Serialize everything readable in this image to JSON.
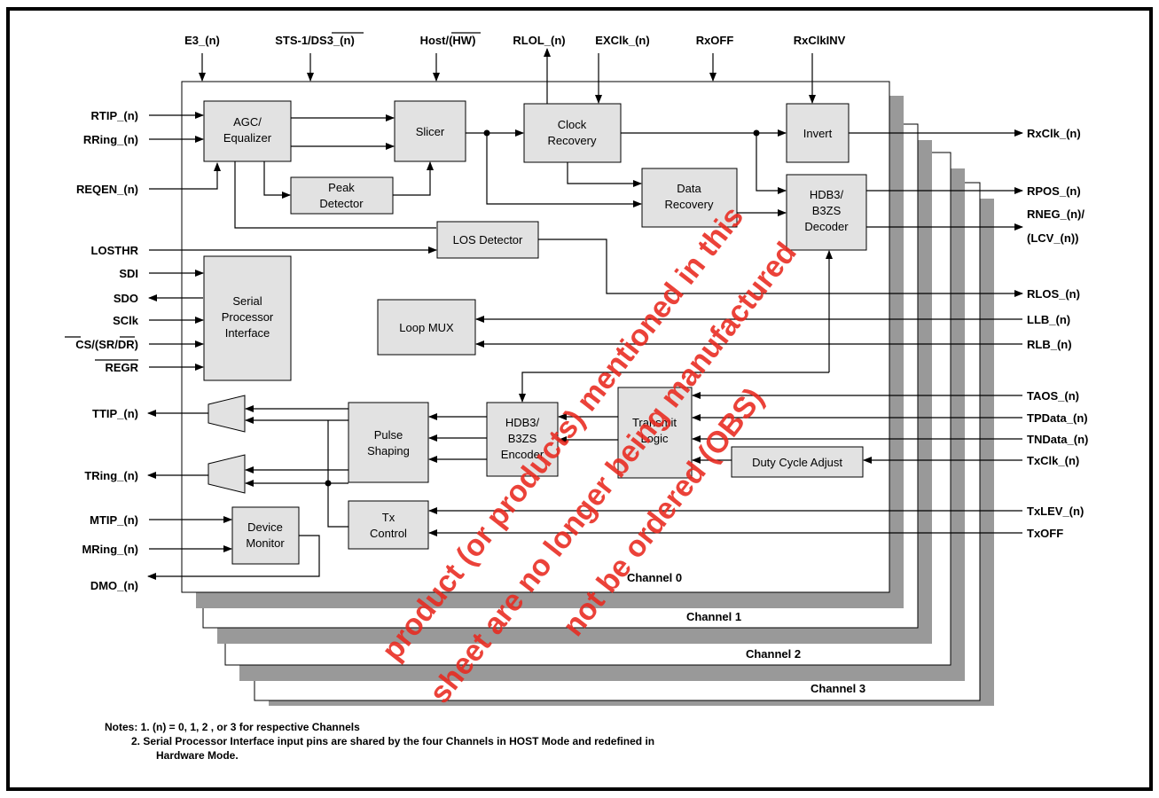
{
  "top_signals": [
    "E3_(n)",
    "STS-1/DS3_(n)",
    "Host/(HW)",
    "RLOL_(n)",
    "EXClk_(n)",
    "RxOFF",
    "RxClkINV"
  ],
  "left_signals": [
    "RTIP_(n)",
    "RRing_(n)",
    "REQEN_(n)",
    "LOSTHR",
    "SDI",
    "SDO",
    "SClk",
    "CS/(SR/DR)",
    "REGR",
    "TTIP_(n)",
    "TRing_(n)",
    "MTIP_(n)",
    "MRing_(n)",
    "DMO_(n)"
  ],
  "right_signals": [
    "RxClk_(n)",
    "RPOS_(n)",
    "RNEG_(n)/",
    "(LCV_(n))",
    "RLOS_(n)",
    "LLB_(n)",
    "RLB_(n)",
    "TAOS_(n)",
    "TPData_(n)",
    "TNData_(n)",
    "TxClk_(n)",
    "TxLEV_(n)",
    "TxOFF"
  ],
  "blocks": {
    "agc": [
      "AGC/",
      "Equalizer"
    ],
    "slicer": [
      "Slicer"
    ],
    "clock_recovery": [
      "Clock",
      "Recovery"
    ],
    "invert": [
      "Invert"
    ],
    "peak_detector": [
      "Peak",
      "Detector"
    ],
    "data_recovery": [
      "Data",
      "Recovery"
    ],
    "hdb3_decoder": [
      "HDB3/",
      "B3ZS",
      "Decoder"
    ],
    "los_detector": [
      "LOS Detector"
    ],
    "serial_interface": [
      "Serial",
      "Processor",
      "Interface"
    ],
    "loop_mux": [
      "Loop MUX"
    ],
    "pulse_shaping": [
      "Pulse",
      "Shaping"
    ],
    "hdb3_encoder": [
      "HDB3/",
      "B3ZS",
      "Encoder"
    ],
    "transmit_logic": [
      "Transmit",
      "Logic"
    ],
    "duty_cycle": [
      "Duty Cycle Adjust"
    ],
    "tx_control": [
      "Tx",
      "Control"
    ],
    "device_monitor": [
      "Device",
      "Monitor"
    ]
  },
  "channels": [
    "Channel 0",
    "Channel 1",
    "Channel 2",
    "Channel 3"
  ],
  "notes": [
    "Notes: 1.   (n) = 0, 1, 2 , or 3 for respective Channels",
    "2.  Serial Processor Interface input pins are shared by the four Channels in HOST Mode and redefined in",
    "Hardware Mode."
  ],
  "watermark": [
    "product (or products) mentioned in this",
    "sheet are no longer being manufactured",
    "not be ordered (OBS)"
  ],
  "colors": {
    "block_fill": "#e2e2e2",
    "shadow": "#999999",
    "watermark": "#e8281e",
    "frame": "#000000"
  }
}
